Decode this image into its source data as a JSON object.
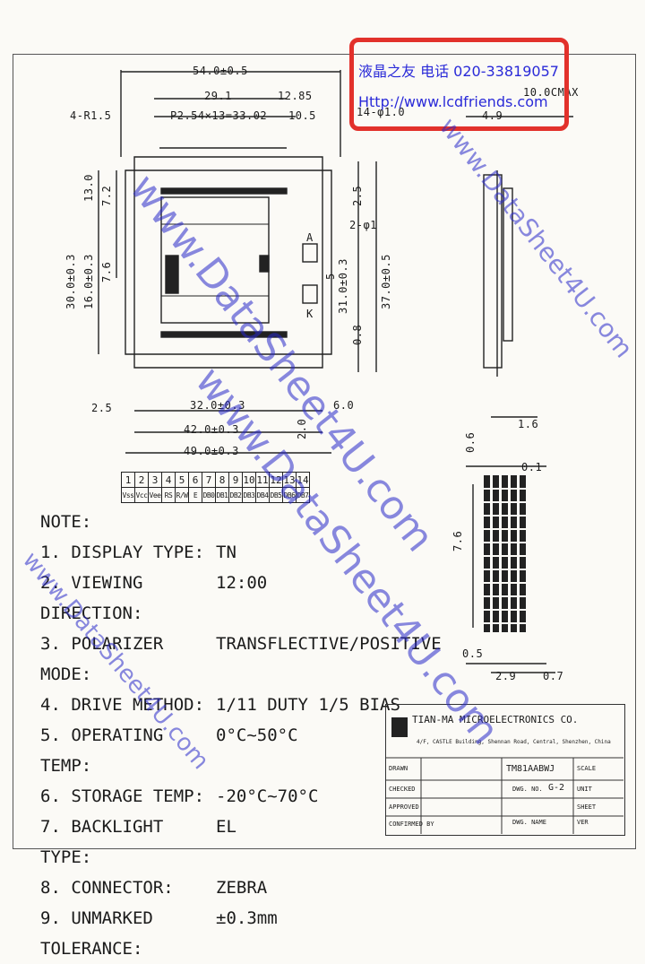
{
  "stamp": {
    "line1": "液晶之友 电话 020-33819057",
    "line2": "Http://www.lcdfriends.com"
  },
  "watermarks": [
    "www.DataSheet4U.com",
    "www.DataSheet4U.com",
    "www.DataSheet4U.com",
    "www.DataSheet4U.com"
  ],
  "drawing": {
    "dims": {
      "top_width": "54.0±0.5",
      "pin_span_left": "29.1",
      "pin_span_right": "12.85",
      "pitch": "P2.54×13=33.02",
      "right_offset": "10.5",
      "pin_dia": "14-φ1.0",
      "max_thickness": "10.0CMAX",
      "corner_radius": "4-R1.5",
      "side_4_9": "4.9",
      "h13": "13.0",
      "h72": "7.2",
      "h30": "30.0±0.3",
      "h16": "16.0±0.3",
      "h76": "7.6",
      "led_pin": "2-φ1",
      "h25": "2.5",
      "h5": "5",
      "h31": "31.0±0.3",
      "h37": "37.0±0.5",
      "h08": "0.8",
      "anode": "A",
      "cathode": "K",
      "left25": "2.5",
      "w32": "32.0±0.3",
      "w42": "42.0±0.3",
      "w49": "49.0±0.3",
      "w6": "6.0",
      "w20": "2.0",
      "side16": "1.6",
      "seg06": "0.6",
      "seg01": "0.1",
      "seg76": "7.6",
      "seg05": "0.5",
      "seg29": "2.9",
      "seg07": "0.7"
    },
    "pins": [
      "1",
      "2",
      "3",
      "4",
      "5",
      "6",
      "7",
      "8",
      "9",
      "10",
      "11",
      "12",
      "13",
      "14"
    ],
    "signals": [
      "Vss",
      "Vcc",
      "Vee",
      "RS",
      "R/W",
      "E",
      "DB0",
      "DB1",
      "DB2",
      "DB3",
      "DB4",
      "DB5",
      "DB6",
      "DB7"
    ]
  },
  "notes": {
    "title": "NOTE:",
    "items": [
      {
        "label": "1. DISPLAY TYPE:",
        "value": "TN"
      },
      {
        "label": "2. VIEWING DIRECTION:",
        "value": "12:00"
      },
      {
        "label": "3. POLARIZER MODE:",
        "value": "TRANSFLECTIVE/POSITIVE"
      },
      {
        "label": "4. DRIVE METHOD:",
        "value": "1/11 DUTY 1/5 BIAS"
      },
      {
        "label": "5. OPERATING TEMP:",
        "value": "0°C~50°C"
      },
      {
        "label": "6. STORAGE TEMP:",
        "value": "-20°C~70°C"
      },
      {
        "label": "7. BACKLIGHT TYPE:",
        "value": "EL"
      },
      {
        "label": "8. CONNECTOR:",
        "value": "ZEBRA"
      },
      {
        "label": "9. UNMARKED TOLERANCE:",
        "value": "±0.3mm"
      }
    ]
  },
  "title_block": {
    "company": "TIAN-MA MICROELECTRONICS CO.",
    "address": "4/F, CASTLE Building, Shennan Road, Central, Shenzhen, China",
    "drawn": "DRAWN",
    "checked": "CHECKED",
    "approved": "APPROVED",
    "confirmed": "CONFIRMED BY",
    "model": "TM81AABWJ",
    "dwg_no_label": "DWG. NO.",
    "dwg_no": "G-2",
    "scale": "SCALE",
    "dwg_name": "DWG. NAME",
    "unit": "UNIT",
    "sheet": "SHEET",
    "ver": "VER"
  },
  "colors": {
    "stamp_border": "#e2312b",
    "stamp_text": "#2a2ad8",
    "ink": "#1b1b1b"
  }
}
